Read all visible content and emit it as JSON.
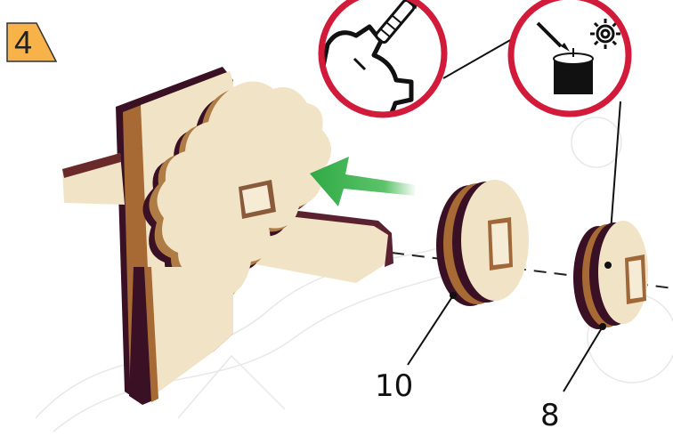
{
  "step": {
    "number": "4"
  },
  "callouts": [
    {
      "id": "part-10",
      "label": "10"
    },
    {
      "id": "part-8",
      "label": "8"
    }
  ],
  "icons": {
    "tool_left": "knife-and-gear-icon",
    "tool_right": "glue-brush-candle-gear-icon",
    "arrow": "green-arrow-icon"
  },
  "colors": {
    "badge_fill": "#f7b24a",
    "badge_stroke": "#333333",
    "icon_ring": "#d21a3a",
    "arrow": "#3db34a",
    "wood_light": "#f1e3c6",
    "wood_mid": "#a86a34",
    "wood_dark": "#3a1024"
  }
}
